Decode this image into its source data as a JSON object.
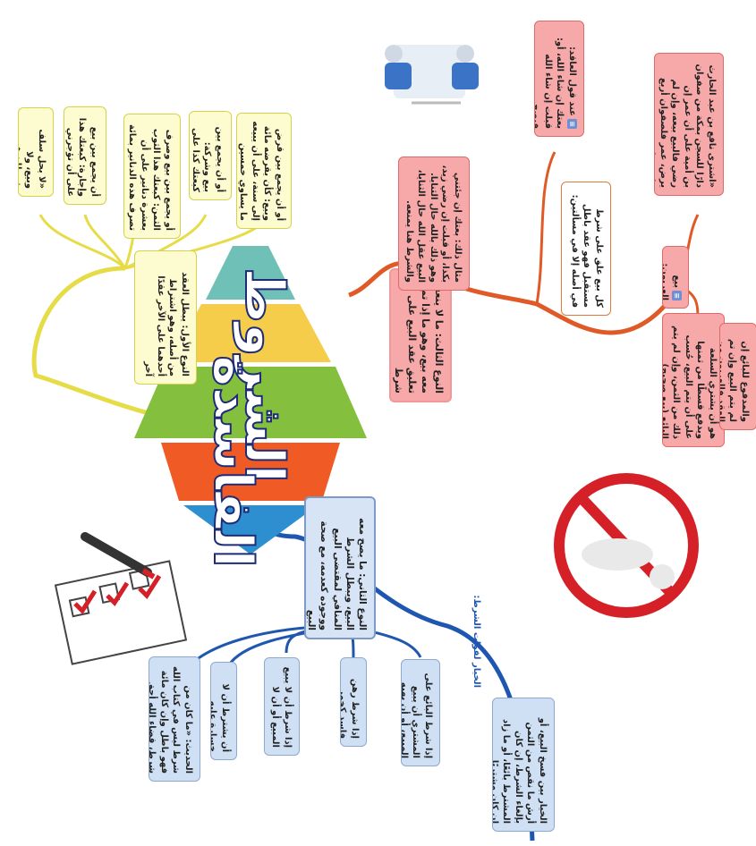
{
  "title": {
    "line1": "الشروط",
    "line2": "الفاسدة"
  },
  "red_branch": {
    "third_type": "النوع الثالث: ما لا ينعقد معه بيع، وهو ما إذا تم تعليق عقد البيع على شرط",
    "example": "مثال ذلك: بعتك إن جئتني بكذا، أو قبلت إن رضي زيد، وهو ذلك بالله حال الثنايا. البيع عقل الله حال الثنايا، والشرط هنا يمنعه.",
    "rule": "كل بيع علق على شرط مستقبل فهو عقد باطل في أصله إلا في مسألتين:",
    "istithna": "عند قول العاقد: بعتك إن شاء الله، أو: قبلت إن شاء الله فيصح",
    "arboun_label": "بيع العربون:",
    "arboun_quote": "«اشترى نافع بن عبد الحارث دارًا للسجن بمكة من صفوان بن أمية على أن عمر إن رضي فالبيع بيعه، وإن لم يرض، عمر فلصفوان أربع مائة دينار»",
    "arboun_def": "هو أن يشتري السلعة ويدفع قسطًا من ثمنها على أن يتم البيع، حُسب ذلك من الثمن، وإن لم يتم البائع (بيع صحيح)",
    "arboun_note": "والمدفوع للبائع إن لم يتم البيع وإن تم العقد فالعربون من الثمن"
  },
  "yellow_branch": {
    "first_type": "النوع الأول: يبطل العقد من أصله، وهو اشتراط أحدهما على الآخر عقدًا آخر",
    "items": [
      "«لا يحل سلف وبيع، ولا شرطان في بيع»",
      "أن يجمع بين بيع وإجارة: كبعتك هذا على أن تؤجرني دارك بكذا",
      "أو يجمع بين بيع وصرف الثمن: كبعتك هذا الثوب بعشرة دنانير على أن تصرف هذه الدنانير بمائة درهم",
      "أو أن يجمع بين بيع وشركة: كبعتك كذا على أن تشاركني في كذا",
      "أو أن يجمع بين قرض وبيع: كأن يقرضه مائة إلى سنة، على أن يبيعه ما يساوي خمسين بمائة"
    ]
  },
  "blue_branch": {
    "second_type": "النوع الثاني: ما يصح معه البيع، ويبطل الشرط المنافي لمقتضى البيع ووجوده كعدمه، مع صحة البيع",
    "items": [
      "الحديث: «ما كان من شرط ليس في كتاب الله فهو باطل وإن كان مائة شرط، قضاء الله أحق وشرط الله أوثق»",
      "أن يشترط أن لا خسارة عليه",
      "إذا شرط أن لا يبيع المبيع أو أن لا يهبه",
      "إذا شرط رهن فاسد كخمر",
      "إذا شرط البائع على المشتري أن يبيع المبيع، أو أن يهبه"
    ],
    "khiyar_label": "الخيار لفوات الشرط:",
    "khiyar_text": "الخيار بين فسخ البيع، أو أرش ما نقص من الثمن بإلغاء الشرط، إن كان المشترط بائعًا، أو ما زاد إن كان مشتريًا"
  },
  "colors": {
    "tier1": "#6fc1b8",
    "tier2": "#f5cd4a",
    "tier3": "#85bf3e",
    "tier4": "#f05a24",
    "tier5": "#2e8fd0",
    "red_line": "#e05a28",
    "yellow_line": "#e6dc48",
    "blue_line": "#1f57b0"
  },
  "icons": [
    "meeting-figures-icon",
    "prohibited-sign-icon",
    "checklist-icon"
  ]
}
